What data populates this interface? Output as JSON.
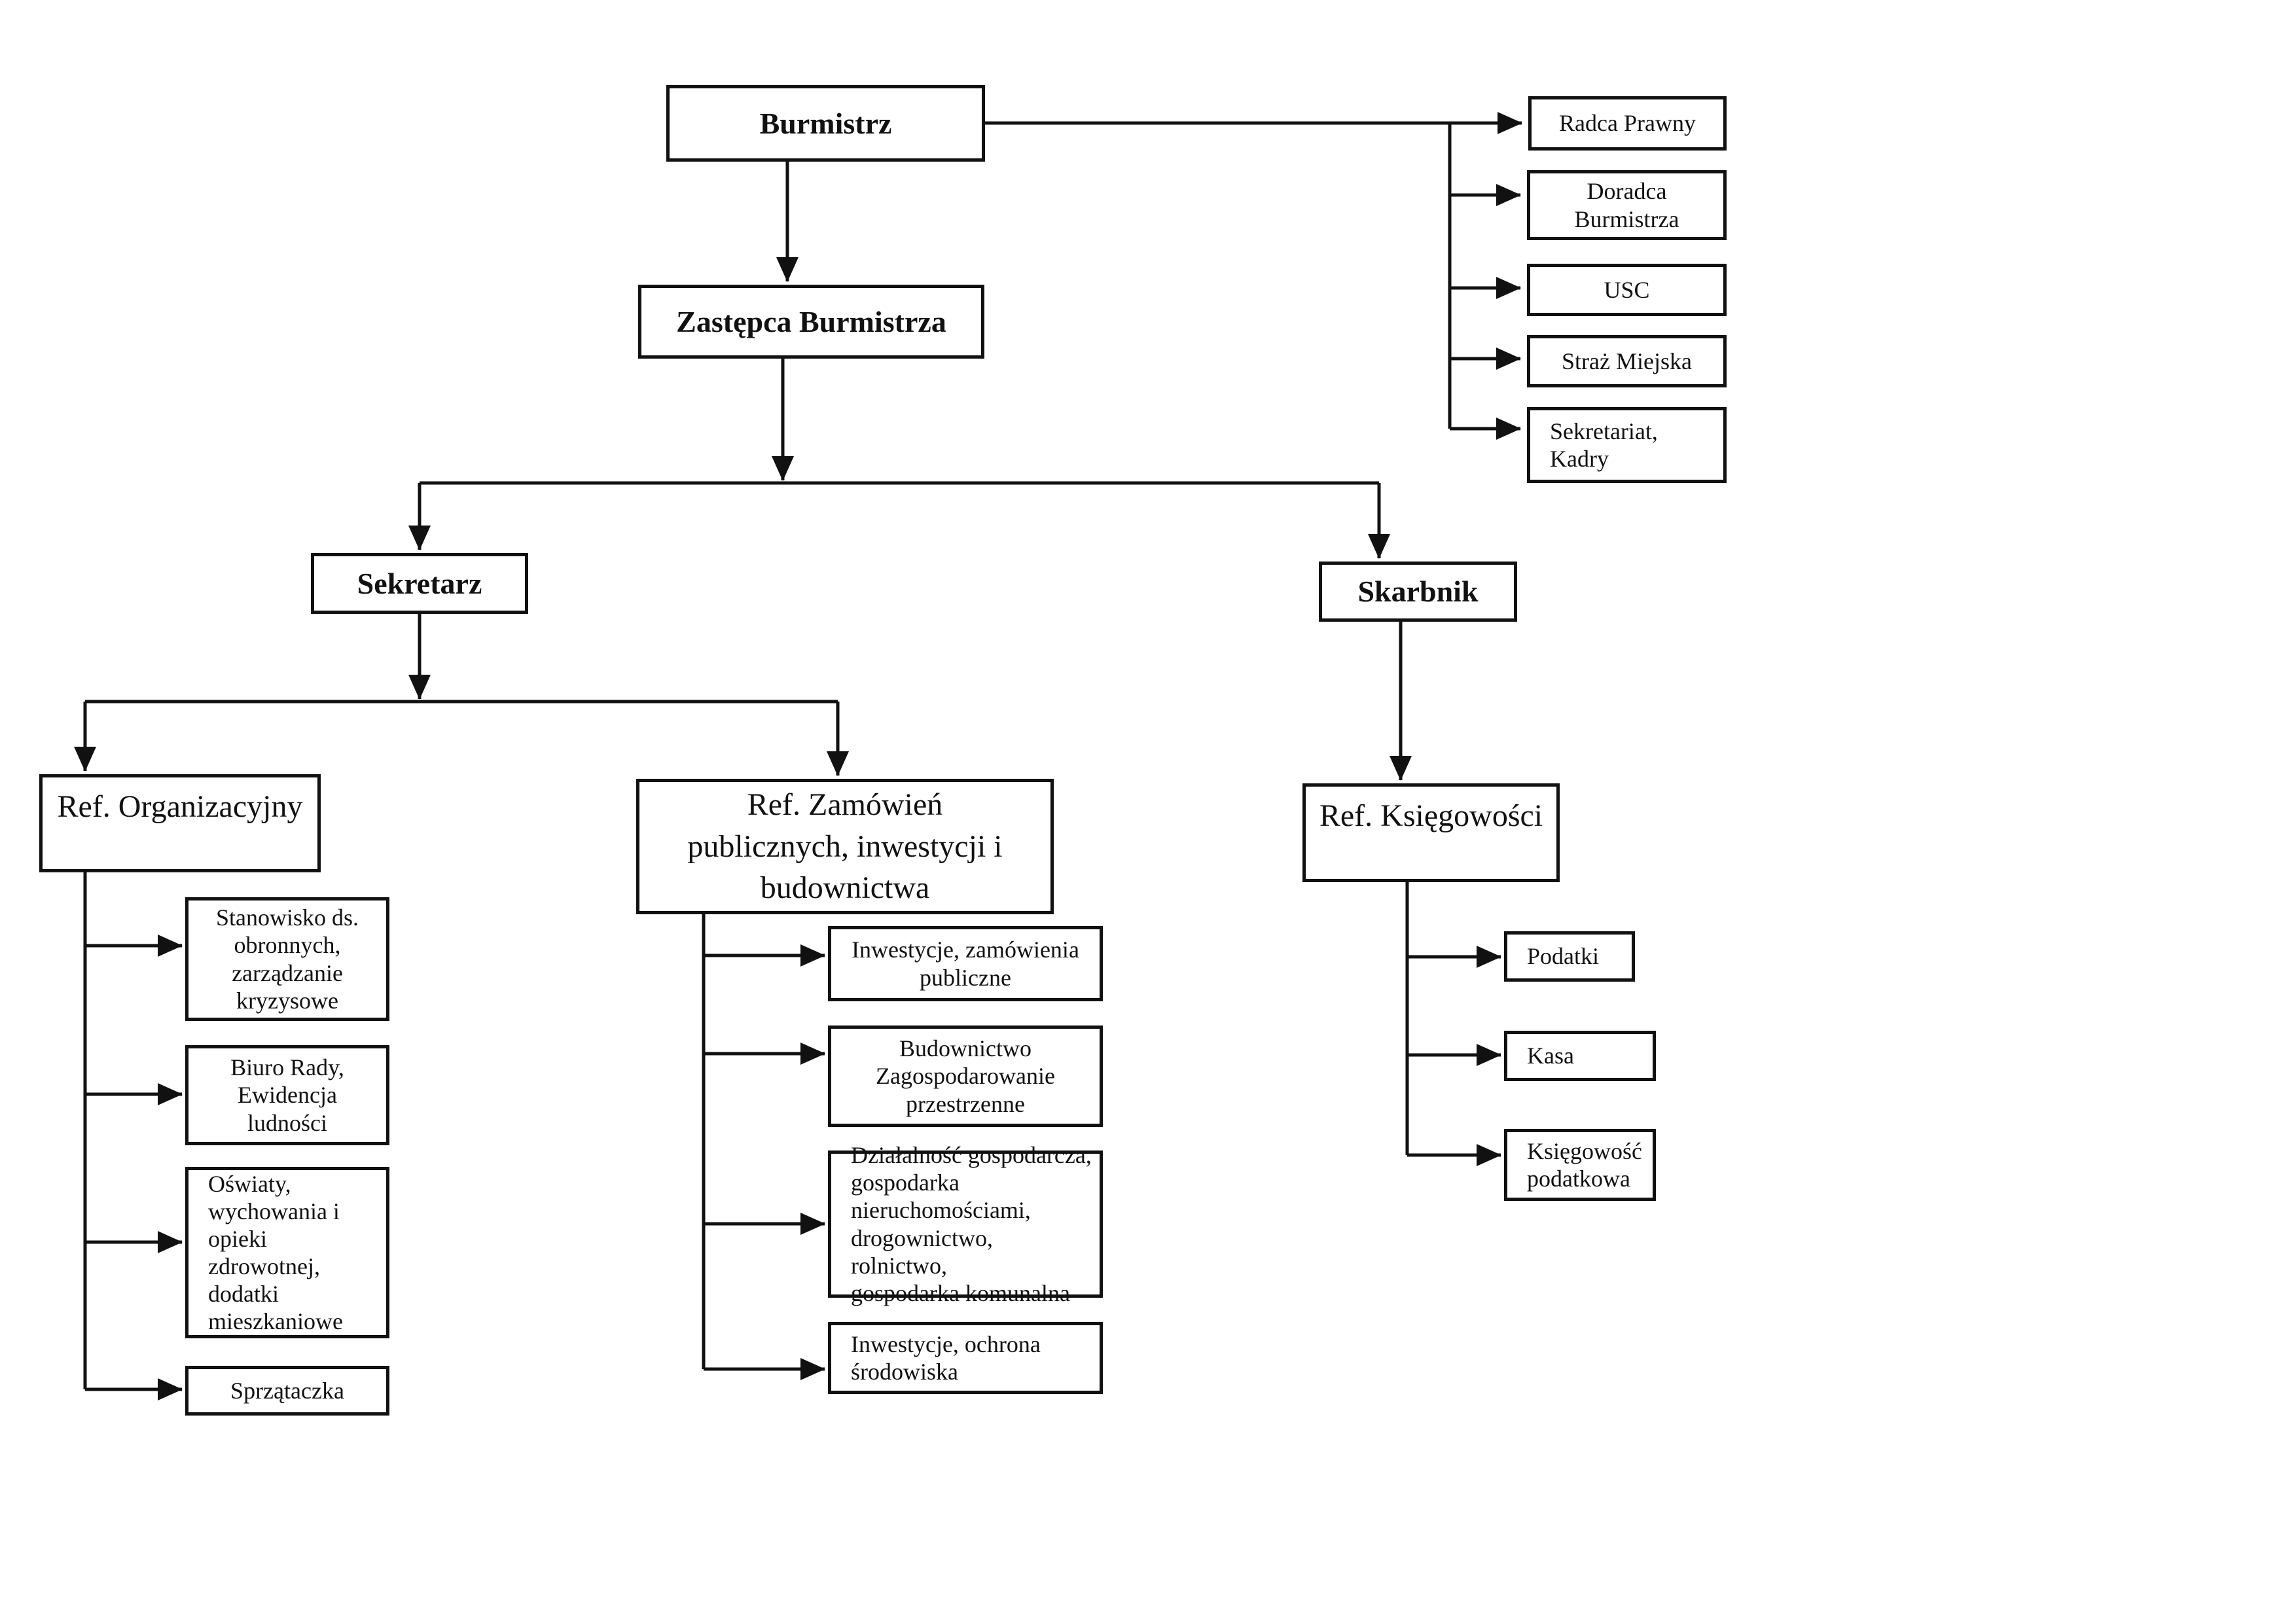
{
  "document": {
    "type": "organizational-chart",
    "language": "pl",
    "background": "#ffffff",
    "line_color": "#111111",
    "text_color": "#111111"
  },
  "nodes": {
    "burmistrz": {
      "label": "Burmistrz"
    },
    "zastepca_burmistrza": {
      "label": "Zastępca Burmistrza"
    },
    "radca_prawny": {
      "label": "Radca Prawny"
    },
    "doradca_burmistrza": {
      "label": "Doradca\nBurmistrza"
    },
    "usc": {
      "label": "USC"
    },
    "straz_miejska": {
      "label": "Straż Miejska"
    },
    "sekretariat_kadry": {
      "label": "Sekretariat,\nKadry"
    },
    "sekretarz": {
      "label": "Sekretarz"
    },
    "skarbnik": {
      "label": "Skarbnik"
    },
    "ref_organizacyjny": {
      "label": "Ref. Organizacyjny"
    },
    "ref_zamowien": {
      "label": "Ref. Zamówień\npublicznych, inwestycji i\nbudownictwa"
    },
    "ref_ksiegowosci": {
      "label": "Ref. Księgowości"
    },
    "stanowisko_ds_obronnych": {
      "label": "Stanowisko ds.\nobronnych,\nzarządzanie\nkryzysowe"
    },
    "biuro_rady": {
      "label": "Biuro Rady,\nEwidencja\nludności"
    },
    "oswiaty": {
      "label": "Oświaty,\nwychowania i\nopieki\nzdrowotnej,\ndodatki\nmieszkaniowe"
    },
    "sprzataczka": {
      "label": "Sprzątaczka"
    },
    "inwestycje_zamowienia": {
      "label": "Inwestycje, zamówienia\npubliczne"
    },
    "budownictwo": {
      "label": "Budownictwo\nZagospodarowanie\nprzestrzenne"
    },
    "dzialalnosc_gospodarcza": {
      "label": "Działalność gospodarcza,\ngospodarka\nnieruchomościami,\ndrogownictwo, rolnictwo,\ngospodarka komunalna"
    },
    "inwestycje_ochrona": {
      "label": "Inwestycje, ochrona\nśrodowiska"
    },
    "podatki": {
      "label": "Podatki"
    },
    "kasa": {
      "label": "Kasa"
    },
    "ksiegowosc_podatkowa": {
      "label": "Księgowość\npodatkowa"
    }
  },
  "edges": [
    {
      "from": "burmistrz",
      "to": "zastepca_burmistrza"
    },
    {
      "from": "burmistrz",
      "to": "radca_prawny"
    },
    {
      "from": "burmistrz",
      "to": "doradca_burmistrza"
    },
    {
      "from": "burmistrz",
      "to": "usc"
    },
    {
      "from": "burmistrz",
      "to": "straz_miejska"
    },
    {
      "from": "burmistrz",
      "to": "sekretariat_kadry"
    },
    {
      "from": "zastepca_burmistrza",
      "to": "sekretarz"
    },
    {
      "from": "zastepca_burmistrza",
      "to": "skarbnik"
    },
    {
      "from": "sekretarz",
      "to": "ref_organizacyjny"
    },
    {
      "from": "sekretarz",
      "to": "ref_zamowien"
    },
    {
      "from": "skarbnik",
      "to": "ref_ksiegowosci"
    },
    {
      "from": "ref_organizacyjny",
      "to": "stanowisko_ds_obronnych"
    },
    {
      "from": "ref_organizacyjny",
      "to": "biuro_rady"
    },
    {
      "from": "ref_organizacyjny",
      "to": "oswiaty"
    },
    {
      "from": "ref_organizacyjny",
      "to": "sprzataczka"
    },
    {
      "from": "ref_zamowien",
      "to": "inwestycje_zamowienia"
    },
    {
      "from": "ref_zamowien",
      "to": "budownictwo"
    },
    {
      "from": "ref_zamowien",
      "to": "dzialalnosc_gospodarcza"
    },
    {
      "from": "ref_zamowien",
      "to": "inwestycje_ochrona"
    },
    {
      "from": "ref_ksiegowosci",
      "to": "podatki"
    },
    {
      "from": "ref_ksiegowosci",
      "to": "kasa"
    },
    {
      "from": "ref_ksiegowosci",
      "to": "ksiegowosc_podatkowa"
    }
  ]
}
